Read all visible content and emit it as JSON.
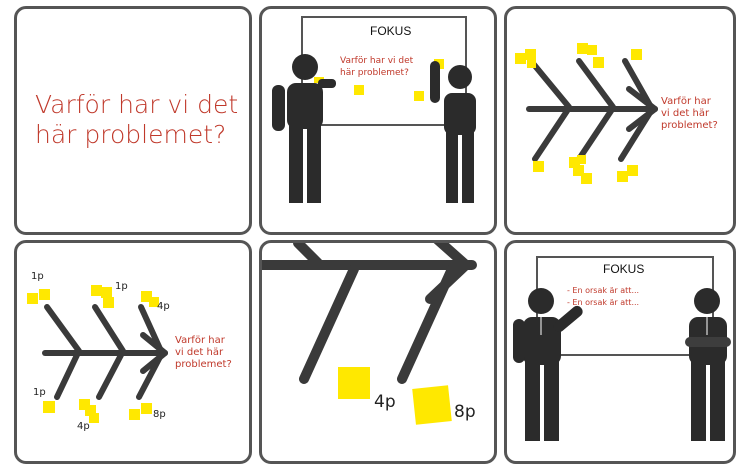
{
  "panels": [
    {
      "id": "p1",
      "question": [
        "Varför har vi det",
        "här problemet?"
      ]
    },
    {
      "id": "p2",
      "board_title": "FOKUS",
      "board_text": [
        "Varför har vi det",
        "här problemet?"
      ]
    },
    {
      "id": "p3",
      "head_text": [
        "Varför har",
        "vi det här",
        "problemet?"
      ]
    },
    {
      "id": "p4",
      "head_text": [
        "Varför har",
        "vi det här",
        "problemet?"
      ],
      "points": [
        "1p",
        "1p",
        "4p",
        "1p",
        "4p",
        "8p"
      ]
    },
    {
      "id": "p5",
      "points": [
        "4p",
        "8p"
      ]
    },
    {
      "id": "p6",
      "board_title": "FOKUS",
      "board_lines": [
        "- En orsak är att...",
        "- En orsak är att..."
      ]
    }
  ],
  "colors": {
    "border": "#555555",
    "figure": "#2b2b2b",
    "note": "#ffe800",
    "red_text": "#c0392b",
    "fish": "#3a3a3a"
  }
}
